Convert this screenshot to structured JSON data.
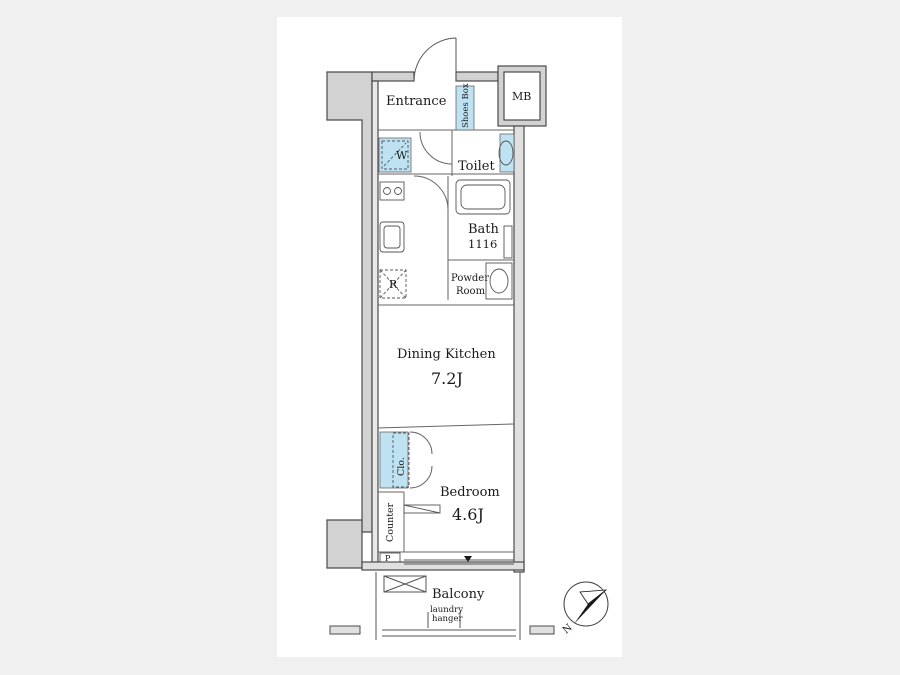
{
  "rooms": {
    "entrance": "Entrance",
    "shoes_box": "Shoes Box",
    "mb": "MB",
    "washer": "W",
    "toilet": "Toilet",
    "bath": "Bath",
    "bath_size": "1116",
    "powder_room_line1": "Powder",
    "powder_room_line2": "Room",
    "refrigerator": "R",
    "dining_kitchen": "Dining Kitchen",
    "dining_kitchen_size": "7.2J",
    "closet": "Clo.",
    "bedroom": "Bedroom",
    "bedroom_size": "4.6J",
    "counter": "Counter",
    "pipe_space": "P",
    "balcony": "Balcony",
    "laundry_line1": "laundry",
    "laundry_line2": "hanger"
  },
  "compass": {
    "north": "N"
  },
  "colors": {
    "storage_fill": "#bfe2f2",
    "wall_line": "#4a4a4a",
    "wall_fill": "#d2d2d2"
  }
}
